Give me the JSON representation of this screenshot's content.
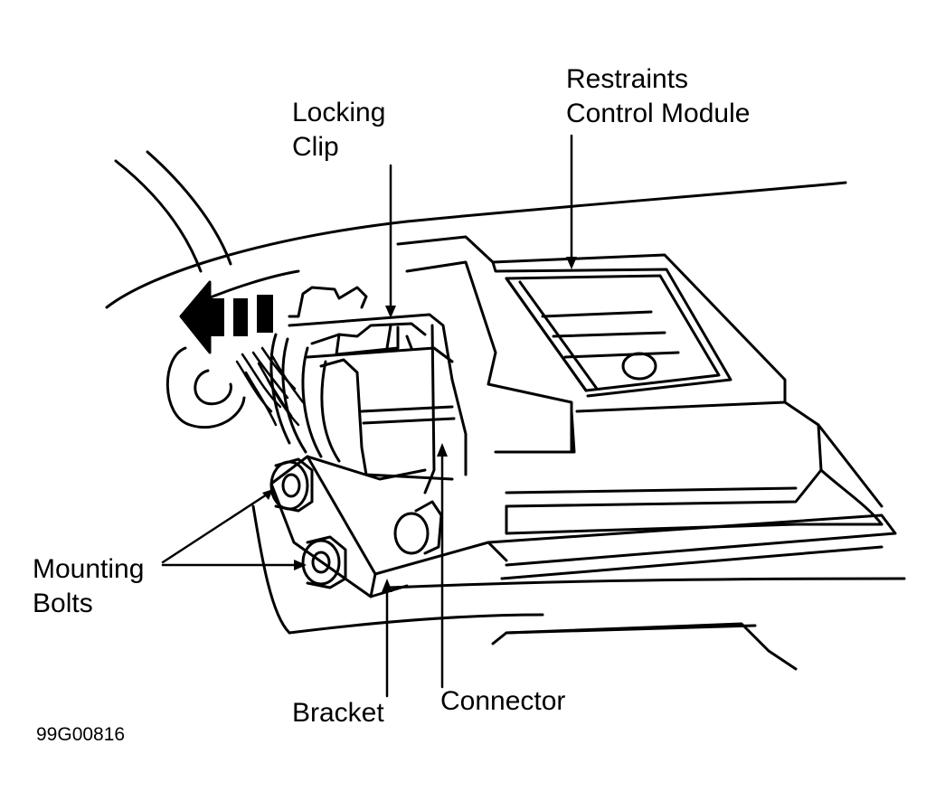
{
  "labels": {
    "locking_clip": [
      "Locking",
      "Clip"
    ],
    "restraints_module": [
      "Restraints",
      "Control Module"
    ],
    "mounting_bolts": [
      "Mounting",
      "Bolts"
    ],
    "bracket": "Bracket",
    "connector": "Connector"
  },
  "figure_code": "99G00816",
  "colors": {
    "ink": "#000000",
    "paper": "#ffffff"
  }
}
